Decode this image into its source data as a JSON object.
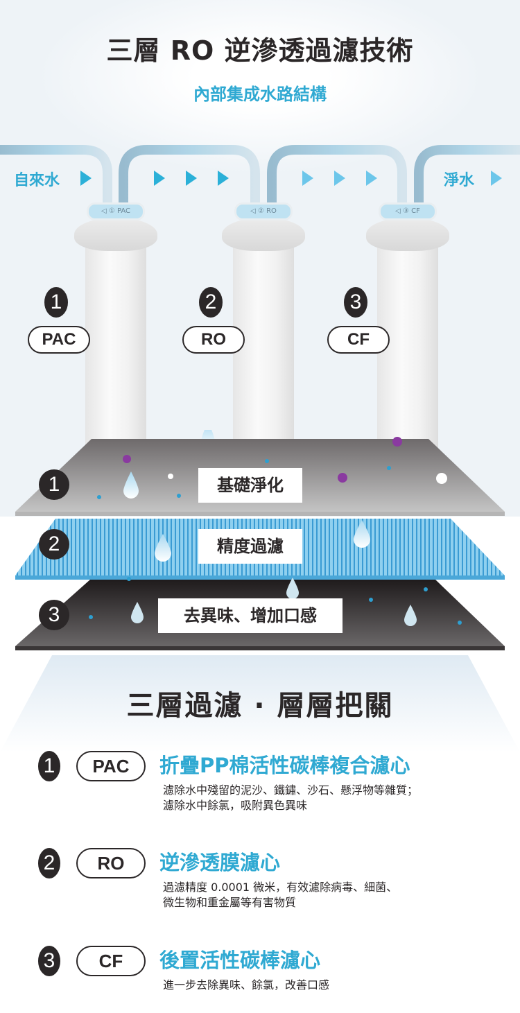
{
  "header": {
    "title": "三層 RO 逆滲透過濾技術",
    "subtitle": "內部集成水路結構"
  },
  "flow": {
    "inlet_label": "自來水",
    "outlet_label": "淨水",
    "accent_color": "#2fa9d2"
  },
  "filters": [
    {
      "number": "1",
      "code": "PAC",
      "cap_label": "◁ ① PAC"
    },
    {
      "number": "2",
      "code": "RO",
      "cap_label": "◁ ② RO"
    },
    {
      "number": "3",
      "code": "CF",
      "cap_label": "◁ ③ CF"
    }
  ],
  "layers": [
    {
      "number": "1",
      "label": "基礎淨化",
      "color": "#7a7878"
    },
    {
      "number": "2",
      "label": "精度過濾",
      "color": "#4aa7d8"
    },
    {
      "number": "3",
      "label": "去異味、增加口感",
      "color": "#2b2728"
    }
  ],
  "section": {
    "title": "三層過濾 · 層層把關"
  },
  "items": [
    {
      "number": "1",
      "code": "PAC",
      "title": "折疊PP棉活性碳棒複合濾心",
      "desc": [
        "濾除水中殘留的泥沙、鐵鏽、沙石、懸浮物等雜質；",
        "濾除水中餘氯，吸附異色異味"
      ]
    },
    {
      "number": "2",
      "code": "RO",
      "title": "逆滲透膜濾心",
      "desc": [
        "過濾精度 0.0001 微米，有效濾除病毒、細菌、",
        "微生物和重金屬等有害物質"
      ]
    },
    {
      "number": "3",
      "code": "CF",
      "title": "後置活性碳棒濾心",
      "desc": [
        "進一步去除異味、餘氯，改善口感"
      ]
    }
  ]
}
